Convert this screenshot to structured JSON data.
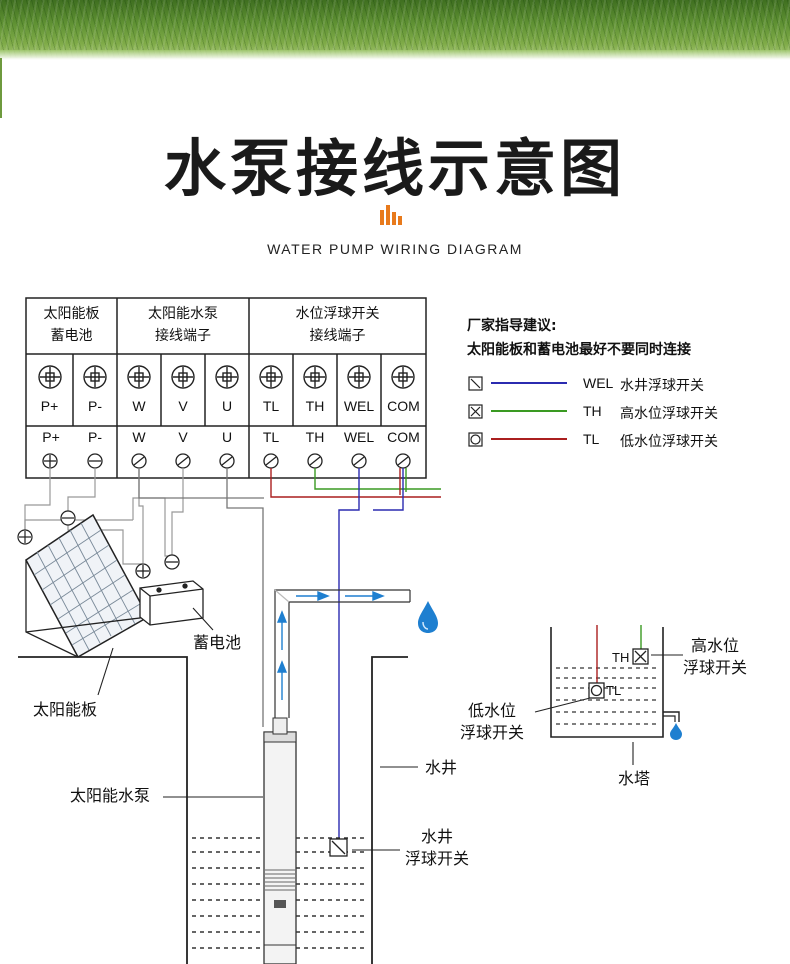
{
  "header": {
    "title": "水泵接线示意图",
    "subtitle": "WATER PUMP WIRING DIAGRAM"
  },
  "table": {
    "groups": [
      {
        "line1": "太阳能板",
        "line2": "蓄电池"
      },
      {
        "line1": "太阳能水泵",
        "line2": "接线端子"
      },
      {
        "line1": "水位浮球开关",
        "line2": "接线端子"
      }
    ],
    "terminals": [
      "P+",
      "P-",
      "W",
      "V",
      "U",
      "TL",
      "TH",
      "WEL",
      "COM"
    ]
  },
  "advice": {
    "title": "厂家指导建议:",
    "text": "太阳能板和蓄电池最好不要同时连接"
  },
  "legend": [
    {
      "code": "WEL",
      "desc": "水井浮球开关",
      "color": "#2b2bb0"
    },
    {
      "code": "TH",
      "desc": "高水位浮球开关",
      "color": "#3a9a22"
    },
    {
      "code": "TL",
      "desc": "低水位浮球开关",
      "color": "#aa1f1f"
    }
  ],
  "labels": {
    "battery": "蓄电池",
    "solar_panel": "太阳能板",
    "pump": "太阳能水泵",
    "well": "水井",
    "well_switch_1": "水井",
    "well_switch_2": "浮球开关",
    "low_switch_1": "低水位",
    "low_switch_2": "浮球开关",
    "high_switch_1": "高水位",
    "high_switch_2": "浮球开关",
    "tower": "水塔",
    "tank_th": "TH",
    "tank_tl": "TL"
  },
  "colors": {
    "wel_wire": "#2b2bb0",
    "th_wire": "#3a9a22",
    "tl_wire": "#aa1f1f",
    "power_wire": "#999999",
    "accent": "#e87a1c",
    "water_drop": "#1e7fd0"
  }
}
